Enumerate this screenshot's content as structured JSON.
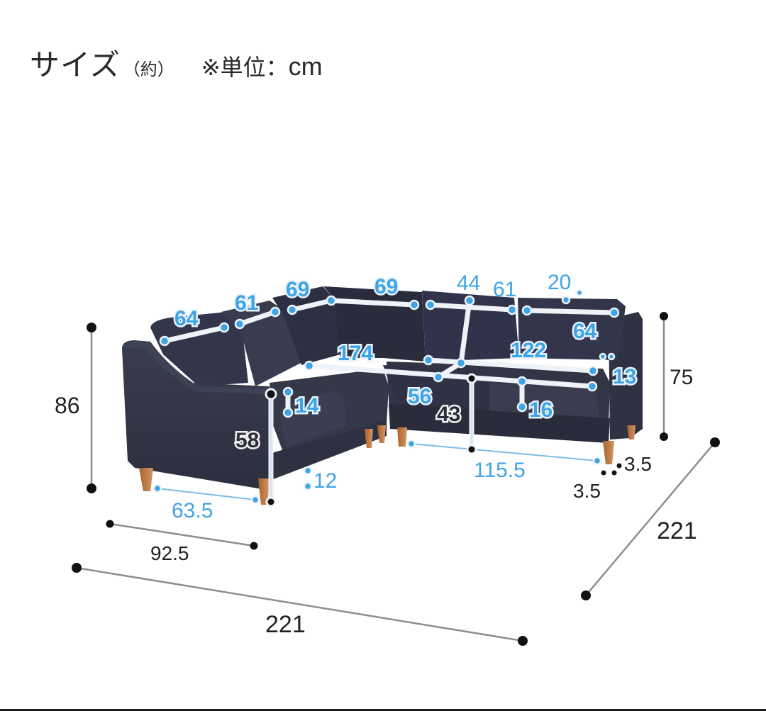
{
  "header": {
    "title": "サイズ",
    "approx": "（約）",
    "unit_prefix": "※単位：",
    "unit": "cm"
  },
  "colors": {
    "accent_blue": "#3ea4e6",
    "sofa_fabric": "#353848",
    "sofa_shadow": "#262836",
    "leg_wood": "#c07a44",
    "dimension_black": "#111111"
  },
  "product": {
    "type": "corner sofa (L-shaped sectional)",
    "units": "cm"
  },
  "dimensions": {
    "overall": {
      "height": "86",
      "width_left": "221",
      "width_right": "221",
      "right_back_height": "75",
      "left_module_depth": "92.5"
    },
    "cushions_back": {
      "left_1": "64",
      "left_2": "61",
      "corner_left": "69",
      "corner_right": "69",
      "right_1": "61",
      "right_2": "64",
      "corner_depth": "44",
      "thickness": "20"
    },
    "seat": {
      "left_width": "174",
      "right_width": "122",
      "depth": "56",
      "height": "43",
      "cushion_thickness_left": "14",
      "cushion_thickness_right": "16",
      "arm_height": "58",
      "arm_width": "13"
    },
    "legs": {
      "left_span": "63.5",
      "right_span": "115.5",
      "leg_height": "12",
      "leg_size_a": "3.5",
      "leg_size_b": "3.5"
    }
  }
}
